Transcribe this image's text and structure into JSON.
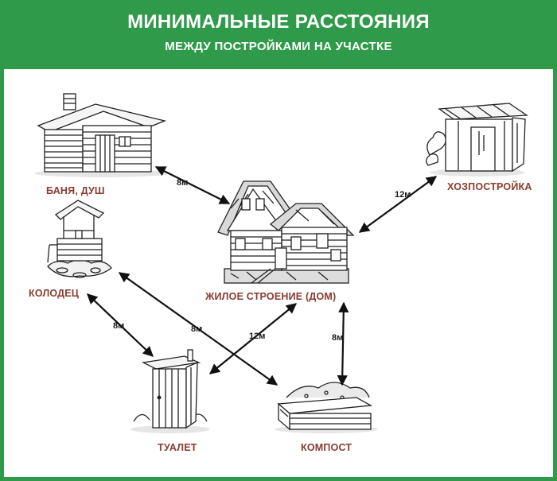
{
  "header": {
    "title": "МИНИМАЛЬНЫЕ РАССТОЯНИЯ",
    "subtitle": "МЕЖДУ ПОСТРОЙКАМИ НА УЧАСТКЕ"
  },
  "buildings": {
    "banya": "БАНЯ, ДУШ",
    "khoz": "ХОЗПОСТРОЙКА",
    "kolodets": "КОЛОДЕЦ",
    "dom": "ЖИЛОЕ СТРОЕНИЕ (ДОМ)",
    "tualet": "ТУАЛЕТ",
    "kompost": "КОМПОСТ"
  },
  "distances": {
    "banya_dom": "8м",
    "khoz_dom": "12м",
    "kolodets_tualet": "8м",
    "kolodets_kompost": "8м",
    "tualet_dom": "12м",
    "dom_kompost": "8м"
  },
  "colors": {
    "header_bg": "#2f9a4a",
    "label": "#8a3b30"
  }
}
